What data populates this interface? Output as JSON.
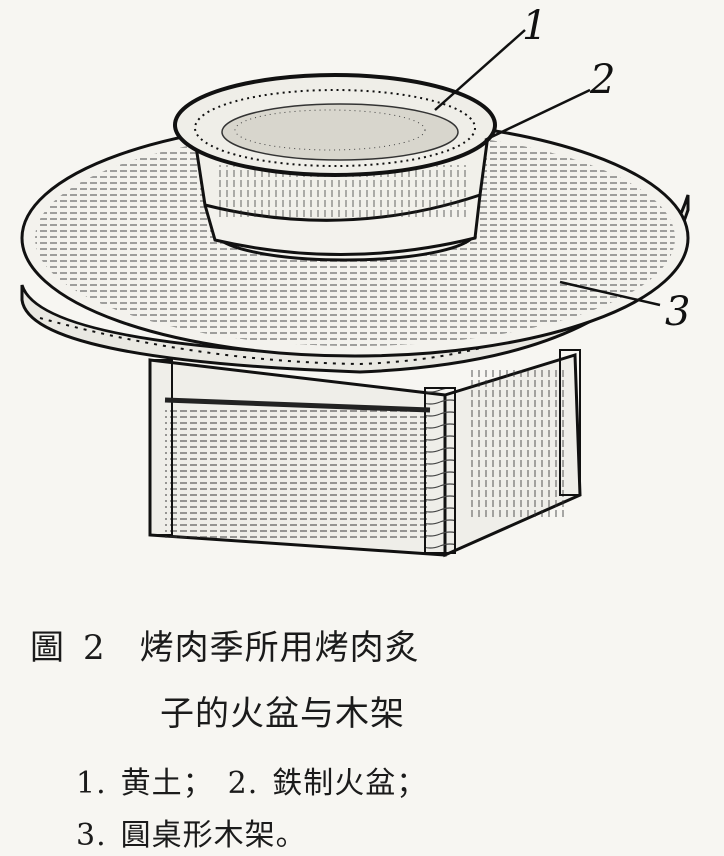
{
  "diagram": {
    "callouts": [
      "1",
      "2",
      "3"
    ]
  },
  "caption": {
    "label": "圖",
    "number": "2",
    "title_line1": "烤肉季所用烤肉炙",
    "title_line2": "子的火盆与木架"
  },
  "legend": {
    "row1": [
      {
        "num": "1.",
        "text": "黄土；"
      },
      {
        "num": "2.",
        "text": "鉄制火盆；"
      }
    ],
    "row2": [
      {
        "num": "3.",
        "text": "圓桌形木架。"
      }
    ]
  }
}
